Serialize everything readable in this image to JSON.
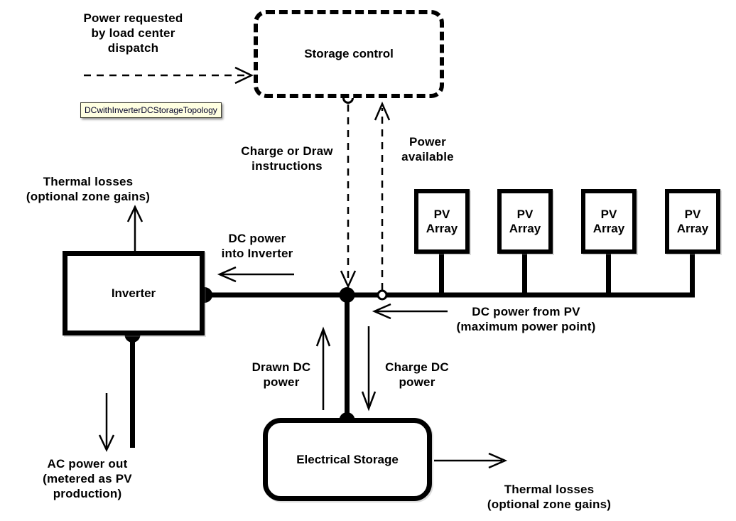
{
  "tooltip": {
    "text": "DCwithInverterDCStorageTopology"
  },
  "nodes": {
    "storage_control": "Storage control",
    "inverter": "Inverter",
    "electrical_storage": "Electrical Storage",
    "pv_array": "PV\nArray"
  },
  "labels": {
    "power_requested": "Power requested\nby load center\ndispatch",
    "charge_or_draw": "Charge or Draw\ninstructions",
    "power_available": "Power\navailable",
    "thermal_losses_inverter": "Thermal losses\n(optional zone gains)",
    "dc_power_into_inverter": "DC power\ninto Inverter",
    "dc_power_from_pv": "DC power from PV\n(maximum power point)",
    "drawn_dc_power": "Drawn DC\npower",
    "charge_dc_power": "Charge DC\npower",
    "ac_power_out": "AC power out\n(metered as PV\nproduction)",
    "thermal_losses_storage": "Thermal losses\n(optional zone gains)"
  },
  "colors": {
    "line": "#000000",
    "background": "#ffffff",
    "tooltip_bg": "#ffffe1"
  }
}
